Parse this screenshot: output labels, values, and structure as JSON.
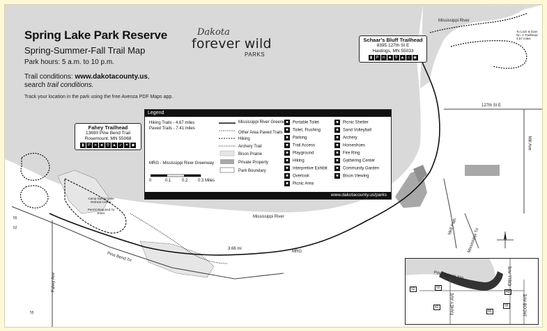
{
  "header": {
    "title": "Spring Lake Park Reserve",
    "subtitle": "Spring-Summer-Fall Trail Map",
    "hours": "Park hours: 5 a.m. to 10 p.m.",
    "conditions_prefix": "Trail conditions: ",
    "conditions_url": "www.dakotacounty.us",
    "conditions_mid": "search ",
    "conditions_term": "trail conditions.",
    "track_text": "Track your location in the park using the free Avenza PDF Maps app."
  },
  "logo": {
    "dakota": "Dakota",
    "forever_wild": "forever wild",
    "parks": "PARKS"
  },
  "legend": {
    "header": "Legend",
    "hiking_trails": "Hiking Trails - 4.67 miles",
    "paved_trails": "Paved Trails - 7.41 miles",
    "mrg": "MRG - Mississippi River Greenway",
    "scale_labels": [
      "0",
      "0.1",
      "0.2",
      "0.3 Miles"
    ],
    "line_items": [
      "Mississippi River Greenway",
      "Other Area Paved Trails",
      "Hiking",
      "Archery Trail",
      "Bison Prairie",
      "Private Property",
      "Park Boundary"
    ],
    "icons_col1": [
      "Portable Toilet",
      "Toilet, Flushing",
      "Parking",
      "Trail Access",
      "Playground",
      "Hiking",
      "Interpretive Exhibit",
      "Overlook",
      "Picnic Area"
    ],
    "icons_col2": [
      "Picnic Shelter",
      "Sand Volleyball",
      "Archery",
      "Horseshoes",
      "Fire Ring",
      "Gathering Center",
      "Community Garden",
      "Bison Viewing"
    ],
    "footer": "www.dakotacounty.us/parks"
  },
  "trailheads": {
    "fahey": {
      "name": "Fahey Trailhead",
      "line1": "13690 Pine Bend Trail",
      "line2": "Rosemount, MN 55068"
    },
    "schaar": {
      "name": "Schaar's Bluff Trailhead",
      "line1": "8395 127th St E",
      "line2": "Hastings, MN 55033"
    }
  },
  "map_labels": {
    "river_top": "Mississippi River",
    "river_mid": "Mississippi River",
    "street_127": "127th St E",
    "pine_bend": "Pine Bend Trl",
    "fahey_ave": "Fahey Ave",
    "idell_path": "Idell Path",
    "mississippi_trl": "Mississippi Trl",
    "mill_ave": "Mill Ave",
    "mrg": "MRG",
    "camp": "Camp Spring Lake Retreat Center",
    "permit": "Permit Required To Enter",
    "lock_dam": "To Lock & Dam No. 2 Trailhead 3.57 miles",
    "dist_366": "3.66 mi",
    "route_55_a": "55",
    "route_52": "52",
    "route_55_b": "55"
  },
  "inset": {
    "labels": [
      "PINE BEND TRL",
      "FAHEY AVE",
      "IDELL AVE",
      "JACOB AVE"
    ],
    "shields": [
      "52",
      "55",
      "42",
      "85",
      "55",
      "42"
    ]
  }
}
